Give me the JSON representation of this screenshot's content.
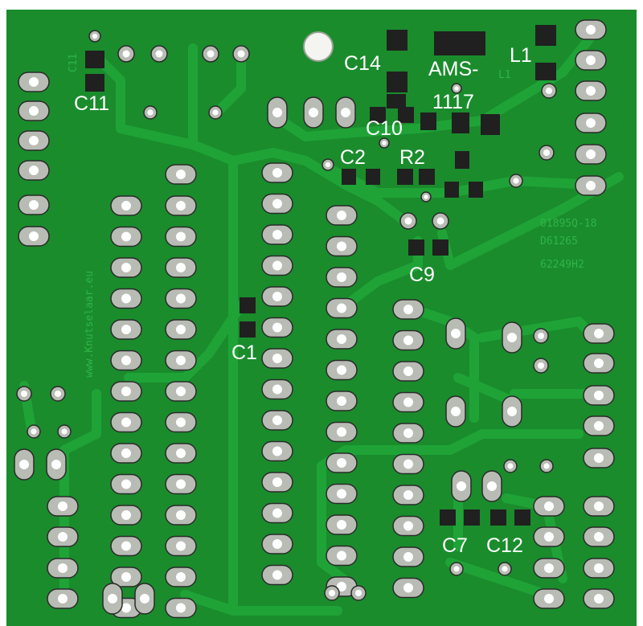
{
  "board": {
    "base_color": "#1a8c2c",
    "trace_color": "#1fa337",
    "ring_color": "#b8bcb4",
    "pad_color": "#202020",
    "silk_color": "#2fb547"
  },
  "silkscreen": {
    "url": "www.Knutselaar.eu",
    "code1": "01895Q-18",
    "code2": "D61265",
    "code3": "62249H2",
    "c11_silk": "C11",
    "l1_silk": "L1"
  },
  "labels": {
    "c11": "C11",
    "c14": "C14",
    "ams_line1": "AMS-",
    "ams_line2": "1117",
    "l1": "L1",
    "c10": "C10",
    "c2": "C2",
    "r2": "R2",
    "c9": "C9",
    "c1": "C1",
    "c7": "C7",
    "c12": "C12"
  }
}
